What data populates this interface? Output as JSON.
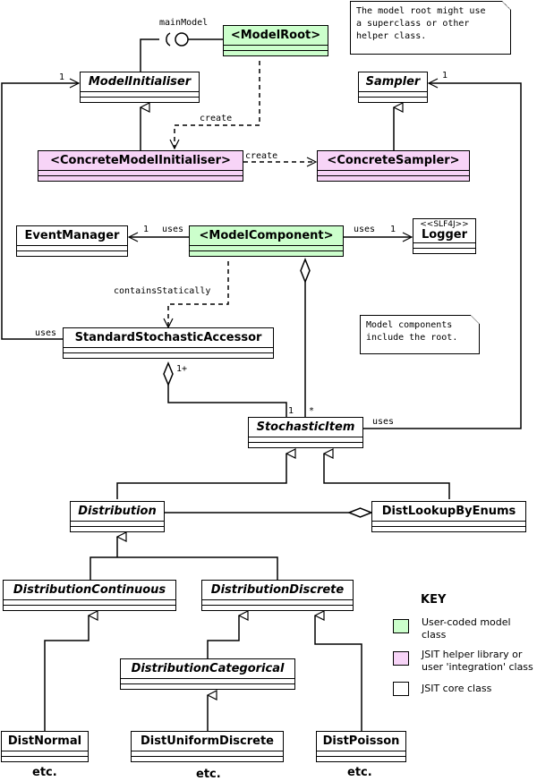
{
  "classes": {
    "model_root": "<ModelRoot>",
    "model_initialiser": "ModelInitialiser",
    "concrete_model_initialiser": "<ConcreteModelInitialiser>",
    "sampler": "Sampler",
    "concrete_sampler": "<ConcreteSampler>",
    "event_manager": "EventManager",
    "model_component": "<ModelComponent>",
    "logger_stereotype": "<<SLF4J>>",
    "logger": "Logger",
    "standard_stochastic_accessor": "StandardStochasticAccessor",
    "stochastic_item": "StochasticItem",
    "distribution": "Distribution",
    "dist_lookup_by_enums": "DistLookupByEnums",
    "distribution_continuous": "DistributionContinuous",
    "distribution_discrete": "DistributionDiscrete",
    "distribution_categorical": "DistributionCategorical",
    "dist_normal": "DistNormal",
    "dist_uniform_discrete": "DistUniformDiscrete",
    "dist_poisson": "DistPoisson"
  },
  "notes": {
    "model_root": "The model root might use\na superclass or other\nhelper class.",
    "components": "Model components\ninclude the root."
  },
  "labels": {
    "main_model": "mainModel",
    "create1": "create",
    "create2": "create",
    "uses_event": "uses",
    "mult_event": "1",
    "uses_logger": "uses",
    "mult_logger": "1",
    "contains_statically": "containsStatically",
    "uses_accessor": "uses",
    "mult_initialiser": "1",
    "mult_sampler": "1",
    "mult_accessor_1plus": "1+",
    "mult_item_1": "1",
    "mult_item_star": "*",
    "uses_item": "uses"
  },
  "etc": [
    "etc.",
    "etc.",
    "etc."
  ],
  "key": {
    "title": "KEY",
    "items": [
      {
        "color": "#ccffcc",
        "text": "User-coded model\nclass"
      },
      {
        "color": "#f7d4f7",
        "text": "JSIT helper library or\nuser 'integration' class"
      },
      {
        "color": "#ffffff",
        "text": "JSIT core class"
      }
    ]
  }
}
